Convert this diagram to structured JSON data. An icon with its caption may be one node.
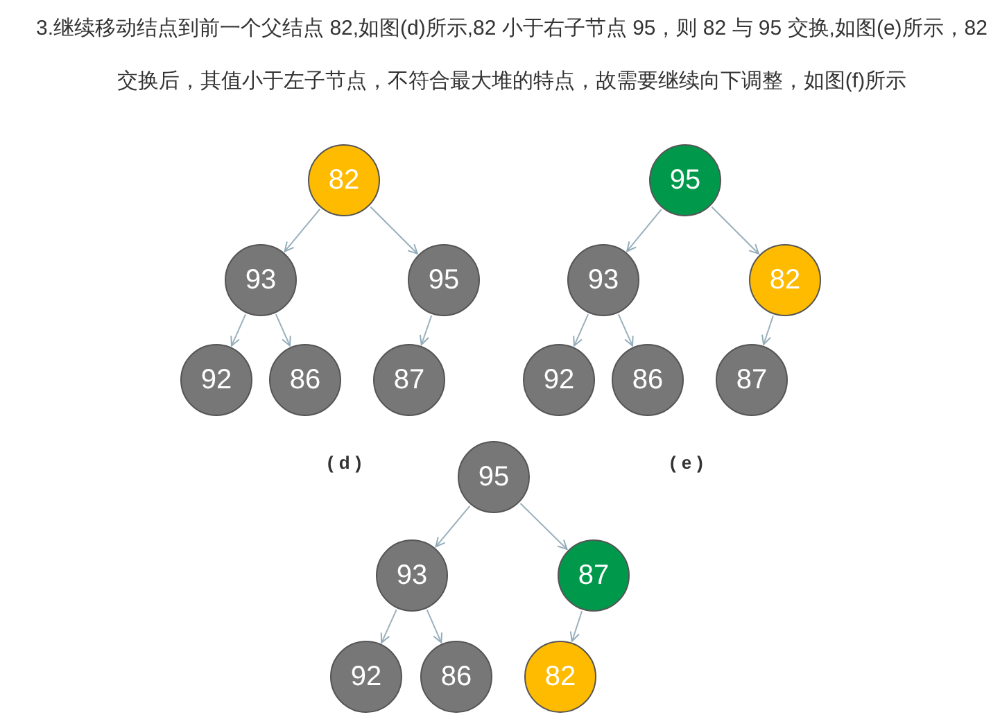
{
  "diagram": {
    "nodes": [
      {
        "text": [
          "82"
        ]
      },
      {
        "text": [
          "93"
        ]
      },
      {
        "text": [
          "95"
        ]
      },
      {
        "text": [
          "92"
        ]
      },
      {
        "text": [
          "86"
        ]
      },
      {
        "text": [
          "87"
        ]
      },
      {
        "text": [
          "95"
        ]
      },
      {
        "text": [
          "93"
        ]
      },
      {
        "text": [
          "82"
        ]
      },
      {
        "text": [
          "92"
        ]
      },
      {
        "text": [
          "86"
        ]
      },
      {
        "text": [
          "87"
        ]
      },
      {
        "text": [
          "95"
        ]
      },
      {
        "text": [
          "93"
        ]
      },
      {
        "text": [
          "87"
        ]
      },
      {
        "text": [
          "92"
        ]
      },
      {
        "text": [
          "86"
        ]
      },
      {
        "text": [
          "82"
        ]
      }
    ],
    "edges": [
      {
        "from": 0,
        "to": 1,
        "arrow": "to"
      },
      {
        "from": 0,
        "to": 2,
        "arrow": "to"
      },
      {
        "from": 1,
        "to": 3,
        "arrow": "to"
      },
      {
        "from": 1,
        "to": 4,
        "arrow": "to"
      },
      {
        "from": 2,
        "to": 5,
        "arrow": "to"
      },
      {
        "from": 6,
        "to": 7,
        "arrow": "to"
      },
      {
        "from": 6,
        "to": 8,
        "arrow": "to"
      },
      {
        "from": 7,
        "to": 9,
        "arrow": "to"
      },
      {
        "from": 7,
        "to": 10,
        "arrow": "to"
      },
      {
        "from": 8,
        "to": 11,
        "arrow": "to"
      },
      {
        "from": 12,
        "to": 13,
        "arrow": "to"
      },
      {
        "from": 12,
        "to": 14,
        "arrow": "to"
      },
      {
        "from": 13,
        "to": 15,
        "arrow": "to"
      },
      {
        "from": 13,
        "to": 16,
        "arrow": "to"
      },
      {
        "from": 14,
        "to": 17,
        "arrow": "to"
      }
    ],
    "labels": [
      "3.继续移动结点到前一个父结点 82,如图(d)所示,82 小于右子节点 95，则 82 与 95 交换,如图(e)所示，82 交换后，其值小于左子节点，不符合最大堆的特点，故需要继续向下调整，如图(f)所示",
      "(d)",
      "(e)"
    ]
  }
}
